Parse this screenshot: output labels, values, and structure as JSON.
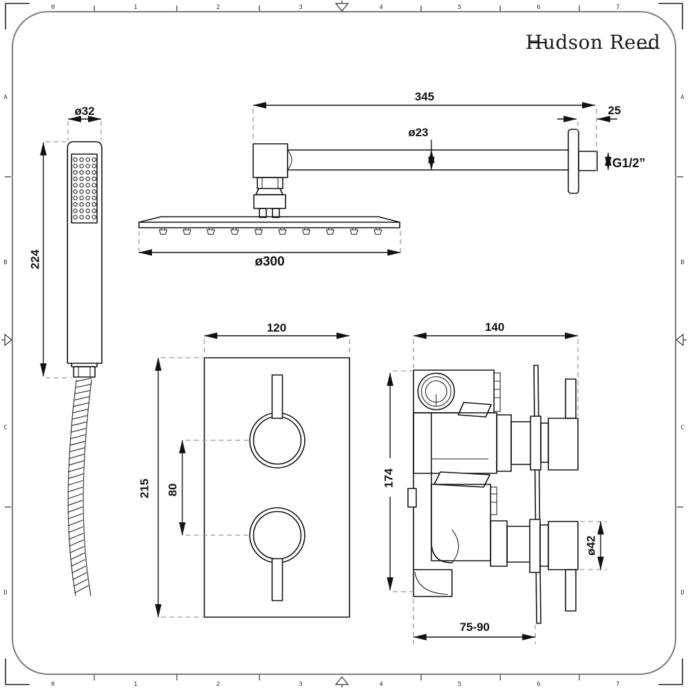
{
  "brand": {
    "logo": "Hudson Reed"
  },
  "sheet": {
    "top_ruler": [
      "0",
      "1",
      "2",
      "3",
      "4",
      "5",
      "6",
      "7"
    ],
    "bottom_ruler": [
      "0",
      "1",
      "2",
      "3",
      "4",
      "5",
      "6",
      "7"
    ],
    "left_ruler": [
      "A",
      "B",
      "C",
      "D"
    ],
    "right_ruler": [
      "A",
      "B",
      "C",
      "D"
    ]
  },
  "dimensions": {
    "handset_diameter": "ø32",
    "handset_length": "224",
    "arm_length": "345",
    "arm_wall_gap": "25",
    "arm_diameter": "ø23",
    "thread_size": "G1/2”",
    "head_width": "ø300",
    "plate_width": "120",
    "plate_height": "215",
    "handle_spacing": "80",
    "valve_width": "140",
    "valve_height": "174",
    "handle_diameter": "ø42",
    "recess_depth": "75-90"
  },
  "colors": {
    "line": "#111111",
    "extension": "#9a9a9a",
    "border": "#7a7a7a"
  }
}
